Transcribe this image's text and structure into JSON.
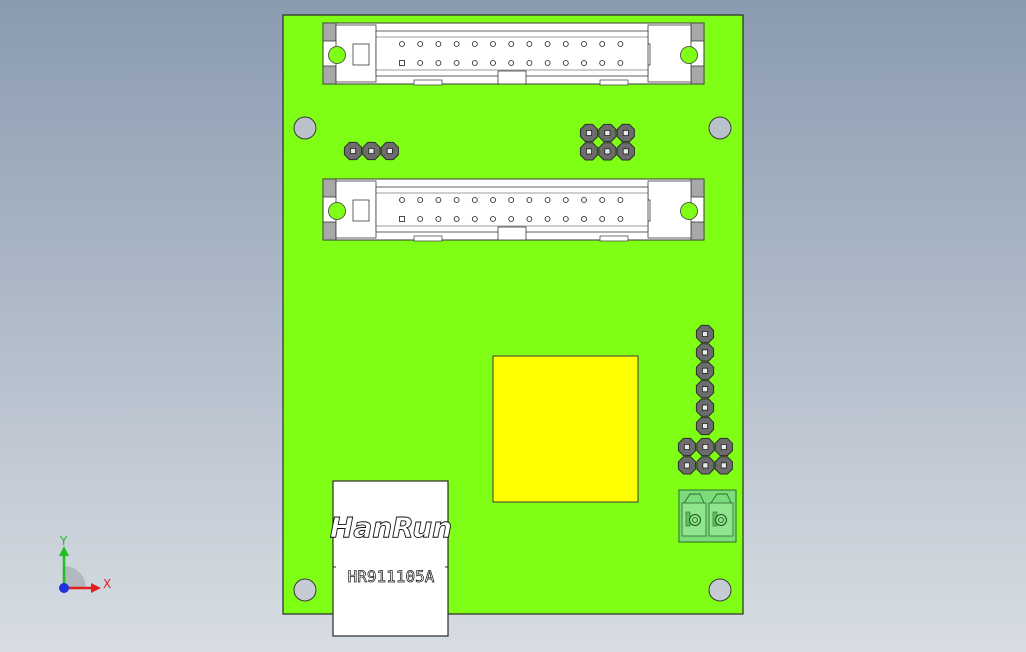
{
  "view": {
    "background_top": "#8a9bb0",
    "background_bottom": "#d8dde3"
  },
  "board": {
    "pcb_color": "#7fff16",
    "mounting_holes": 4
  },
  "idc_connectors": {
    "count": 2,
    "pins_per_row": 13,
    "rows": 2,
    "body_color": "#ffffff",
    "latch_color": "#a8a8a8",
    "peg_color": "#7fff16"
  },
  "pin_headers": {
    "color": "#6c6c6c",
    "groups": [
      {
        "id": "header-1x3",
        "cols": 3,
        "rows": 1
      },
      {
        "id": "header-2x3-top",
        "cols": 3,
        "rows": 2
      },
      {
        "id": "header-1x6",
        "cols": 1,
        "rows": 6
      },
      {
        "id": "header-2x3-bottom",
        "cols": 3,
        "rows": 2
      }
    ]
  },
  "ic_chip": {
    "color": "#ffff00"
  },
  "terminal_block": {
    "positions": 2,
    "color": "#7cdc7c"
  },
  "rj45": {
    "brand": "HanRun",
    "part_number": "HR911105A",
    "color": "#ffffff"
  },
  "triad": {
    "x_label": "X",
    "y_label": "Y",
    "x_color": "#e02020",
    "y_color": "#20c020",
    "z_color": "#2030e0"
  }
}
